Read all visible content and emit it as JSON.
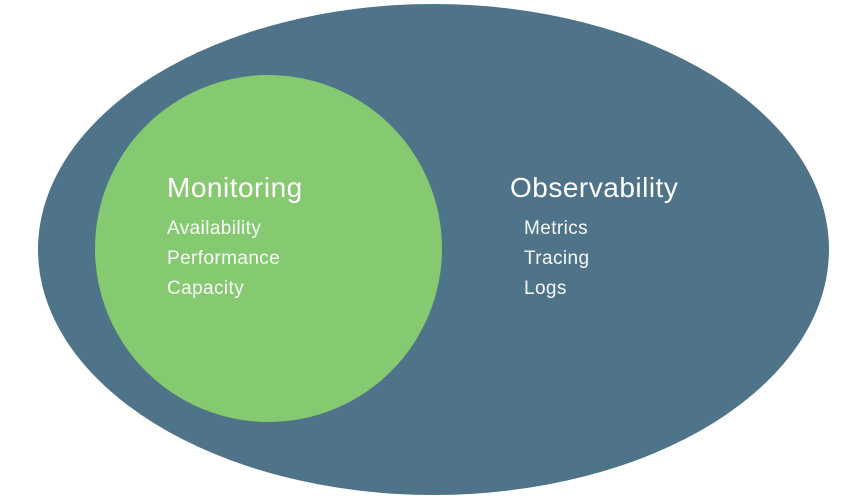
{
  "diagram": {
    "outer": {
      "label": "Observability",
      "items": [
        "Metrics",
        "Tracing",
        "Logs"
      ],
      "fill_color": "#4F7389"
    },
    "inner": {
      "label": "Monitoring",
      "items": [
        "Availability",
        "Performance",
        "Capacity"
      ],
      "fill_color": "#85C970"
    },
    "text_color": "#FFFFFF",
    "background_color": "#FFFFFF"
  }
}
